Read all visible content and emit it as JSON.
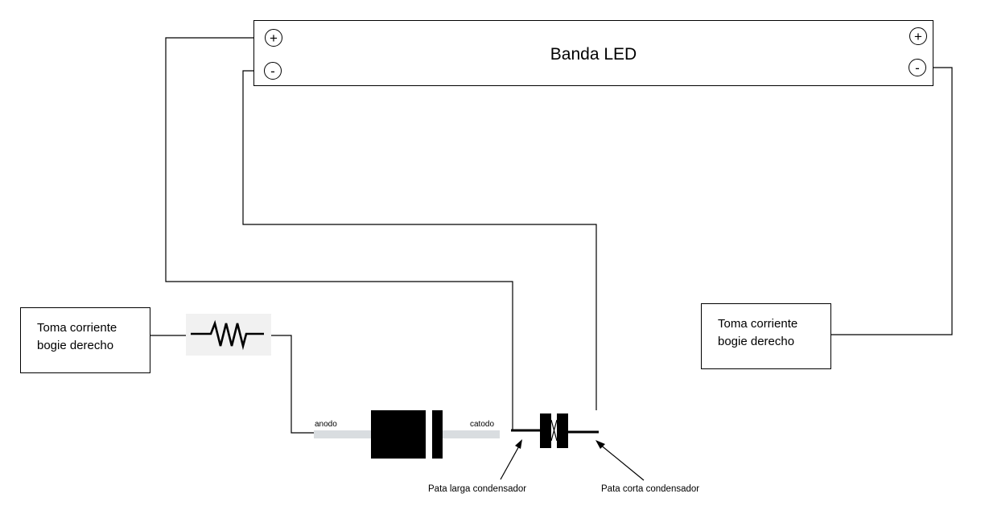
{
  "led_strip": {
    "title": "Banda LED",
    "left_plus": "+",
    "left_minus": "-",
    "right_plus": "+",
    "right_minus": "-"
  },
  "source_left": {
    "line1": "Toma corriente",
    "line2": "bogie derecho"
  },
  "source_right": {
    "line1": "Toma corriente",
    "line2": "bogie derecho"
  },
  "diode": {
    "anode_label": "anodo",
    "cathode_label": "catodo"
  },
  "capacitor": {
    "long_leg_label": "Pata larga condensador",
    "short_leg_label": "Pata corta condensador"
  }
}
